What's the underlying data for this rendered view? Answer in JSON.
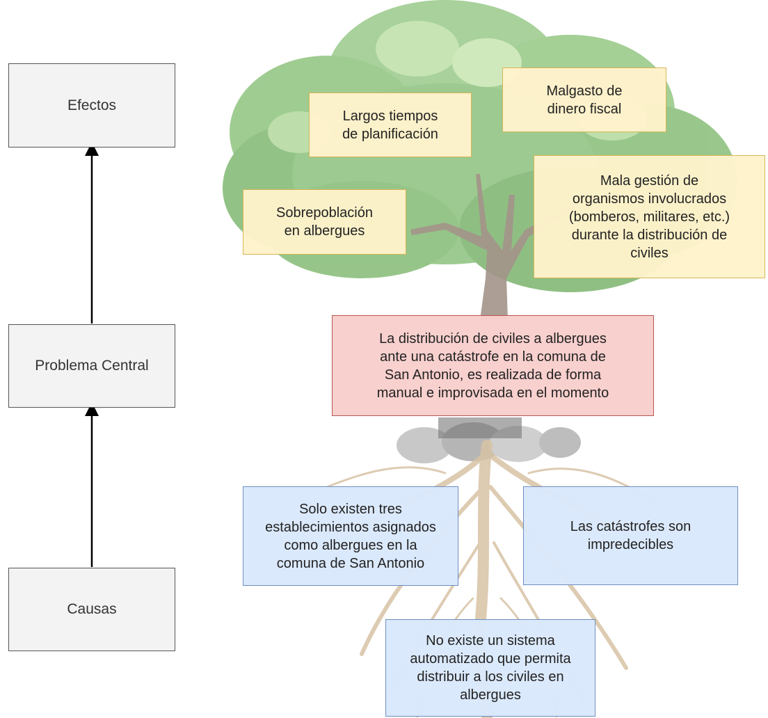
{
  "levels": {
    "effects": "Efectos",
    "central": "Problema Central",
    "causes": "Causas"
  },
  "effects": [
    "Malgasto de\ndinero fiscal",
    "Largos tiempos\nde planificación",
    "Sobrepoblación\nen albergues",
    "Mala gestión de\norganismos involucrados\n(bomberos, militares, etc.)\ndurante la distribución de\nciviles"
  ],
  "central_problem": "La distribución de civiles a albergues\nante una catástrofe en la comuna de\nSan Antonio, es realizada de forma\nmanual e improvisada en el momento",
  "causes": [
    "Solo existen tres\nestablecimientos asignados\ncomo albergues en la\ncomuna de San Antonio",
    "Las catástrofes son\nimpredecibles",
    "No existe un sistema\nautomatizado que permita\ndistribuir a los civiles en\nalbergues"
  ],
  "colors": {
    "effect_fill": "#fff2cc",
    "effect_border": "#d6b656",
    "central_fill": "#f8cecc",
    "central_border": "#b85450",
    "cause_fill": "#dae8fc",
    "cause_border": "#6c8ebf",
    "level_fill": "#f5f5f5",
    "level_border": "#666666"
  }
}
